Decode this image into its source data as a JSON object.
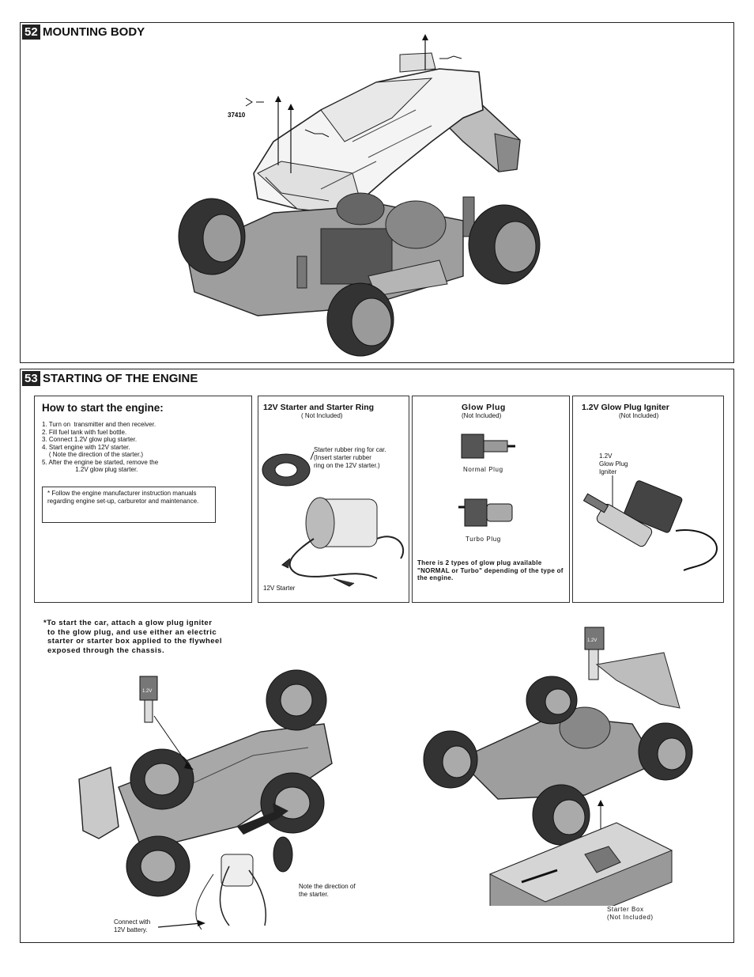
{
  "step52": {
    "number": "52",
    "title": "MOUNTING BODY",
    "part_label": "37410"
  },
  "step53": {
    "number": "53",
    "title": "STARTING OF THE ENGINE",
    "how_to": {
      "title": "How to start the engine:",
      "steps": [
        "1. Turn on  transmitter and then receiver.",
        "2. Fill fuel tank with fuel bottle.",
        "3. Connect 1.2V glow plug starter.",
        "4. Start engine with 12V starter.",
        "    ( Note the direction of the starter.)",
        "5. After the engine be started, remove the",
        "                   1.2V glow plug starter."
      ],
      "note": "* Follow  the engine manufacturer instruction manuals regarding engine set-up, carburetor and  maintenance."
    },
    "starter_box": {
      "title": "12V Starter and Starter Ring",
      "subtitle": "( Not Included)",
      "ring_note_1": "Starter rubber ring for car.",
      "ring_note_2": "(Insert starter rubber",
      "ring_note_3": "ring on the 12V starter.)",
      "starter_label": "12V Starter"
    },
    "glow_plug_box": {
      "title": "Glow Plug",
      "subtitle": "(Not Included)",
      "normal_label": "Normal Plug",
      "turbo_label": "Turbo Plug",
      "note": "There is 2 types of glow plug available \"NORMAL or Turbo\" depending of the type of the engine."
    },
    "igniter_box": {
      "title": "1.2V Glow Plug Igniter",
      "subtitle": "(Not Included)",
      "label_1": "1.2V",
      "label_2": "Glow Plug",
      "label_3": "Igniter"
    },
    "instruction": {
      "line_1": "*To start the car, attach a glow plug igniter",
      "line_2": "to the glow plug, and use either an electric",
      "line_3": "starter or starter box applied to the flywheel",
      "line_4": "exposed through the chassis."
    },
    "igniter_tag": "1.2V",
    "direction_note_1": "Note the direction of",
    "direction_note_2": "the starter.",
    "battery_note_1": "Connect with",
    "battery_note_2": "12V battery.",
    "starterbox_label_1": "Starter Box",
    "starterbox_label_2": "(Not Included)"
  }
}
